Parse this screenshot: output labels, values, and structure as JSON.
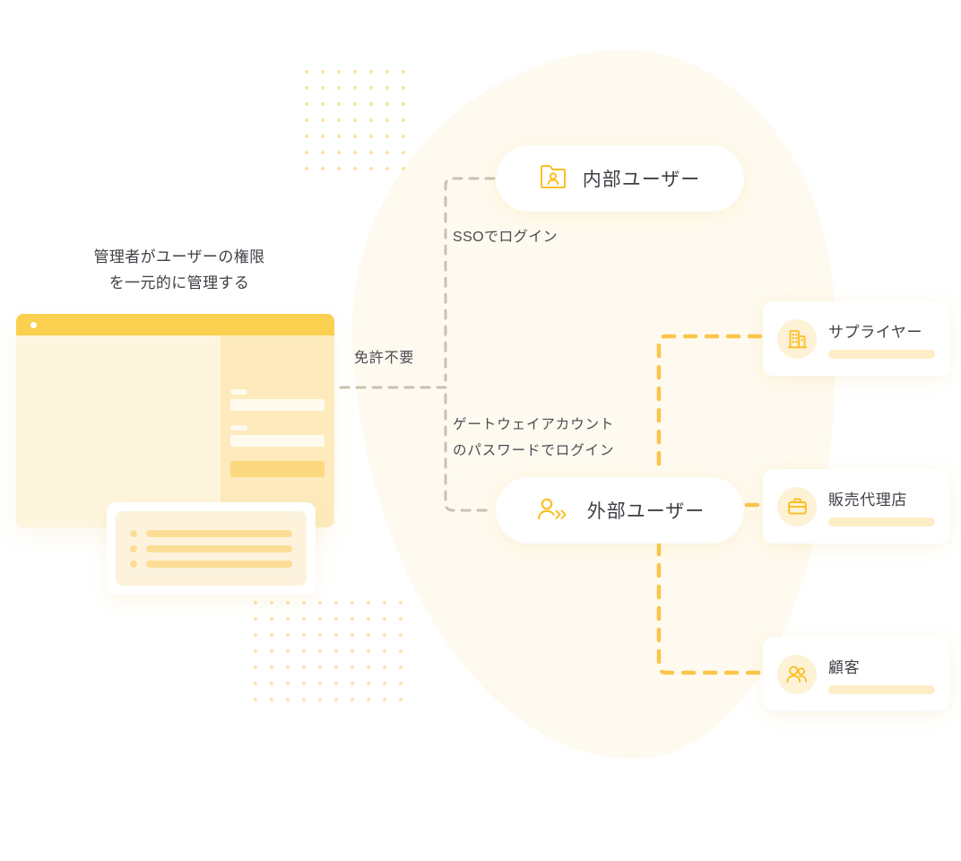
{
  "diagram": {
    "caption": {
      "line1": "管理者がユーザーの権限",
      "line2": "を一元的に管理する"
    },
    "nodes": [
      {
        "id": "internal-user",
        "label": "内部ユーザー",
        "icon": "folder-user-icon"
      },
      {
        "id": "external-user",
        "label": "外部ユーザー",
        "icon": "user-arrows-icon"
      }
    ],
    "edge_labels": {
      "sso": "SSOでログイン",
      "license": "免許不要",
      "gateway_line1": "ゲートウェイアカウント",
      "gateway_line2": "のパスワードでログイン"
    },
    "target_cards": [
      {
        "id": "supplier",
        "label": "サプライヤー",
        "icon": "building-icon"
      },
      {
        "id": "agency",
        "label": "販売代理店",
        "icon": "briefcase-icon"
      },
      {
        "id": "customer",
        "label": "顧客",
        "icon": "users-icon"
      }
    ],
    "mockup": {
      "window_dot": "window-dot",
      "form_fields": 2,
      "submit_button": "submit-button",
      "list_rows": 3
    },
    "colors": {
      "accent": "#fbbf24",
      "accent_bar": "#fbcf4f",
      "dashed_gray": "#c9c2b4",
      "dashed_yellow": "#fbc54a",
      "panel_cream": "#fef5de",
      "panel_cream_dark": "#fdeabd",
      "blob": "#fefaef",
      "dot_grid": "#fbe2a8",
      "text": "#3f3f46"
    }
  }
}
